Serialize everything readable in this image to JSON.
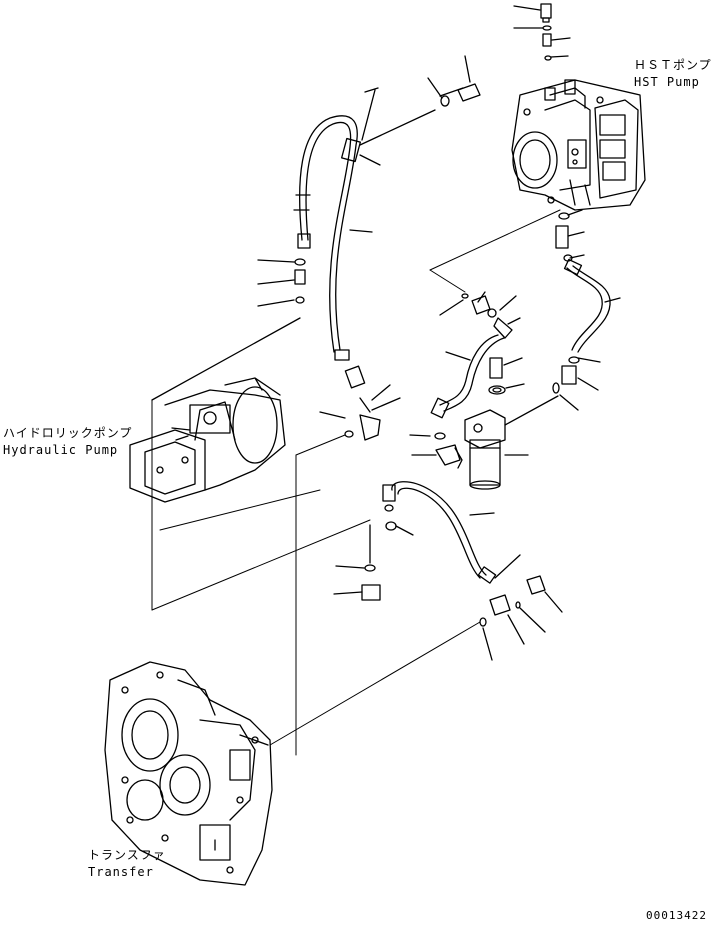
{
  "labels": {
    "hst_pump_jp": "ＨＳＴポンプ",
    "hst_pump_en": "HST Pump",
    "hydraulic_pump_jp": "ハイドロリックポンプ",
    "hydraulic_pump_en": "Hydraulic Pump",
    "transfer_jp": "トランスファ",
    "transfer_en": "Transfer",
    "drawing_number": "00013422"
  }
}
